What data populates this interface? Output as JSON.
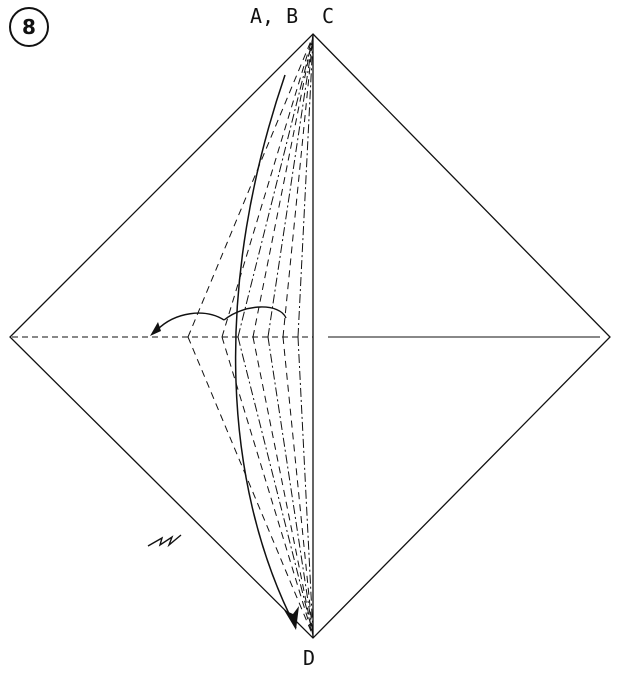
{
  "step": {
    "number": "8"
  },
  "labels": {
    "top_left": "A, B",
    "top_right": "C",
    "bottom": "D"
  },
  "colors": {
    "line": "#111111",
    "background": "#ffffff"
  }
}
